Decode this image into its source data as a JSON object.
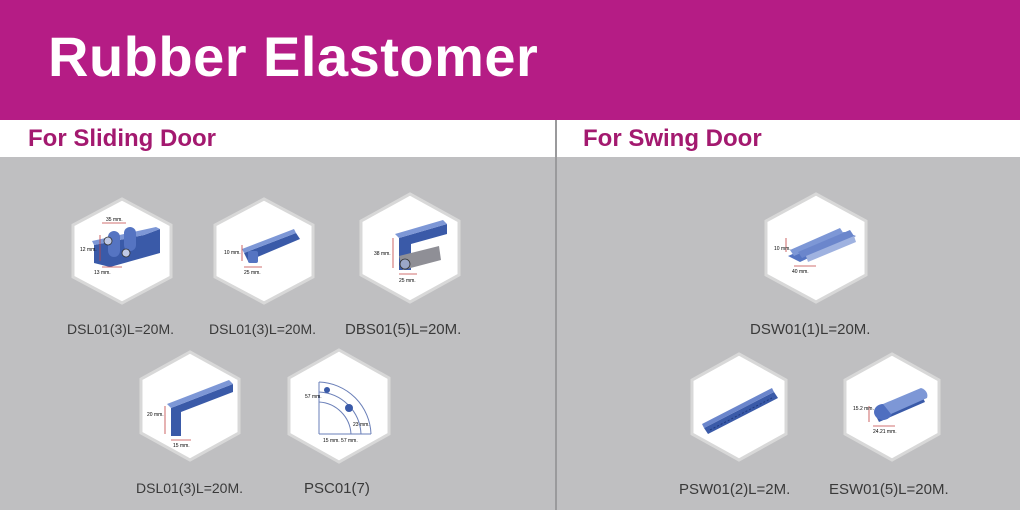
{
  "title": "Rubber Elastomer",
  "sections": {
    "sliding": {
      "heading": "For Sliding Door"
    },
    "swing": {
      "heading": "For Swing Door"
    }
  },
  "products": [
    {
      "code": "DSL01(3)L=20M.",
      "dims": [
        "35 mm.",
        "12 mm.",
        "13 mm."
      ]
    },
    {
      "code": "DSL01(3)L=20M.",
      "dims": [
        "10 mm.",
        "25 mm."
      ]
    },
    {
      "code": "DBS01(5)L=20M.",
      "dims": [
        "38 mm.",
        "25 mm."
      ]
    },
    {
      "code": "DSL01(3)L=20M.",
      "dims": [
        "20 mm.",
        "15 mm."
      ]
    },
    {
      "code": "PSC01(7)",
      "dims": [
        "57 mm.",
        "23 mm.",
        "15 mm. 57 mm."
      ]
    },
    {
      "code": "DSW01(1)L=20M.",
      "dims": [
        "10 mm.",
        "40 mm."
      ]
    },
    {
      "code": "PSW01(2)L=2M.",
      "dims": []
    },
    {
      "code": "ESW01(5)L=20M.",
      "dims": [
        "15.2 mm.",
        "24.21 mm."
      ]
    }
  ],
  "colors": {
    "header": "#b51c85",
    "heading": "#a3196f",
    "panel": "#bfbfc1",
    "seal": "#3d5fb0"
  }
}
